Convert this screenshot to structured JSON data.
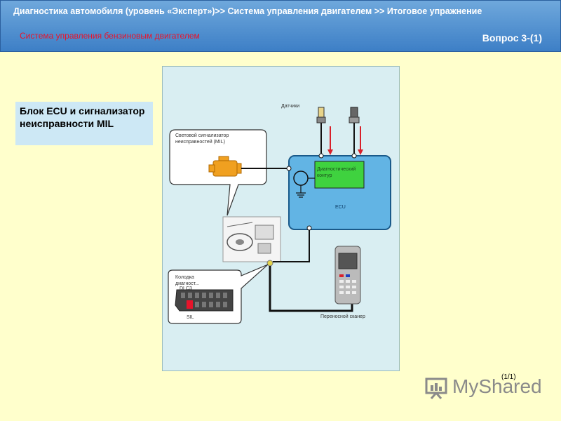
{
  "header": {
    "breadcrumb": "Диагностика автомобиля (уровень «Эксперт»)>> Система управления двигателем >> Итоговое упражнение",
    "subtitle": "Система управления бензиновым двигателем",
    "question": "Вопрос 3-(1)"
  },
  "side_label": "Блок ECU и сигнализатор неисправности MIL",
  "diagram": {
    "sensors": "Датчики",
    "mil": "Световой сигнализатор неисправностей (MIL)",
    "diag_circuit": "Диагностический контур",
    "ecu": "ECU",
    "dlc_title": "Колодка диагност...",
    "dlc3": "DLC3",
    "sil": "SIL",
    "scanner": "Переносной сканер"
  },
  "page_number": "(1/1)",
  "watermark": "MyShared",
  "colors": {
    "header_bg": "#3d7fc6",
    "subtitle": "#e8142b",
    "page_bg": "#ffffcc",
    "ecu_fill": "#62b4e4",
    "circuit_green": "#3fd23f",
    "mil_orange": "#f0a020"
  }
}
